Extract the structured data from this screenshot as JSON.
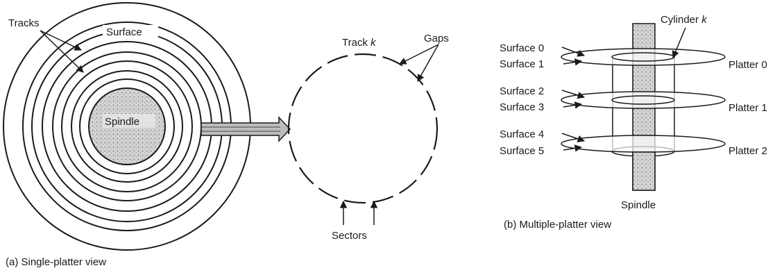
{
  "single_platter": {
    "labels": {
      "tracks": "Tracks",
      "surface": "Surface",
      "spindle": "Spindle"
    },
    "caption": "(a) Single-platter view"
  },
  "track_view": {
    "labels": {
      "track": "Track",
      "track_var": "k",
      "gaps": "Gaps",
      "sectors": "Sectors"
    }
  },
  "multi_platter": {
    "cylinder": "Cylinder",
    "cylinder_var": "k",
    "surfaces": [
      "Surface 0",
      "Surface 1",
      "Surface 2",
      "Surface 3",
      "Surface 4",
      "Surface 5"
    ],
    "platters": [
      "Platter 0",
      "Platter 1",
      "Platter 2"
    ],
    "spindle": "Spindle",
    "caption": "(b) Multiple-platter view"
  },
  "colors": {
    "ink": "#1a1a1a",
    "spindle_fill": "#c9c9c9",
    "arrow_fill": "#bdbdbd"
  }
}
